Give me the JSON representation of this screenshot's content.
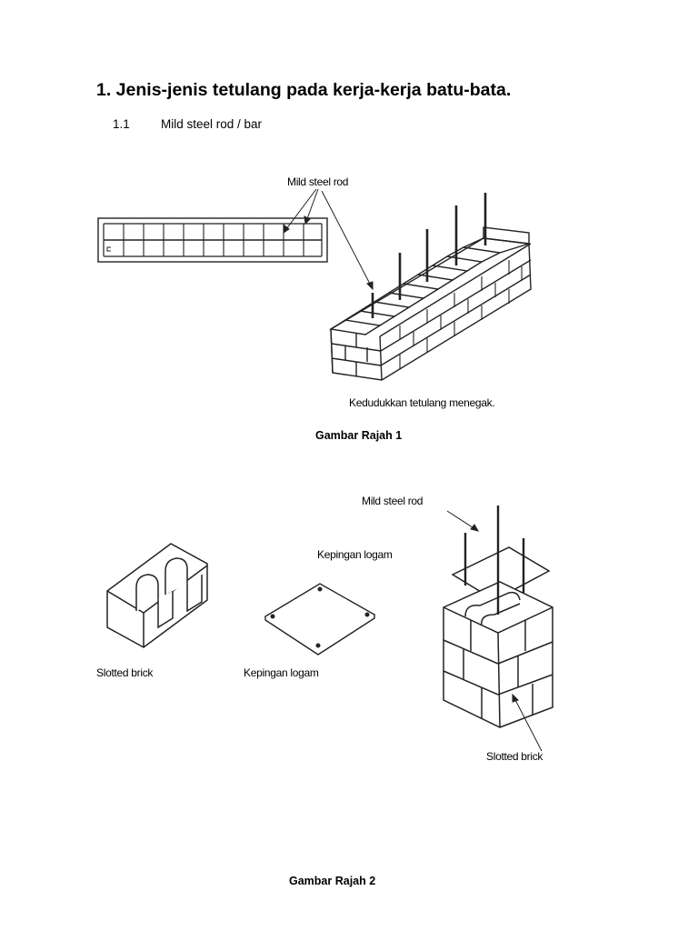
{
  "section": {
    "heading": "1. Jenis-jenis tetulang pada kerja-kerja batu-bata.",
    "sub_number": "1.1",
    "sub_title": "Mild steel rod / bar"
  },
  "figure1": {
    "label_rod": "Mild steel rod",
    "label_position": "Kedudukkan tetulang menegak.",
    "caption": "Gambar Rajah  1"
  },
  "figure2": {
    "label_rod": "Mild steel rod",
    "label_plate_top": "Kepingan logam",
    "label_slotted_left": "Slotted brick",
    "label_plate_bottom": "Kepingan logam",
    "label_slotted_right": "Slotted brick",
    "caption": "Gambar Rajah  2"
  }
}
